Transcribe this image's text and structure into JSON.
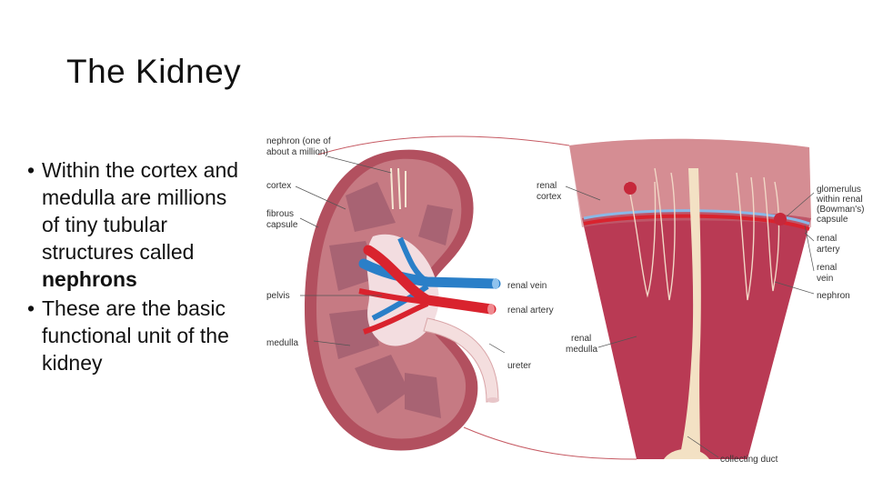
{
  "slide": {
    "title": "The Kidney",
    "bullets": [
      {
        "text": "Within the cortex and medulla are millions of tiny tubular structures called ",
        "bold": "nephrons"
      },
      {
        "text": "These are the basic functional unit of the kidney",
        "bold": ""
      }
    ]
  },
  "diagram": {
    "left_labels": {
      "nephron_1": "nephron (one of",
      "nephron_2": "about a million)",
      "cortex": "cortex",
      "fibrous_1": "fibrous",
      "fibrous_2": "capsule",
      "pelvis": "pelvis",
      "medulla": "medulla"
    },
    "center_labels": {
      "renal_cortex_1": "renal",
      "renal_cortex_2": "cortex",
      "renal_vein": "renal vein",
      "renal_artery": "renal artery",
      "renal_medulla_1": "renal",
      "renal_medulla_2": "medulla",
      "ureter": "ureter"
    },
    "right_labels": {
      "glomerulus_1": "glomerulus",
      "glomerulus_2": "within renal",
      "glomerulus_3": "(Bowman's)",
      "glomerulus_4": "capsule",
      "renal_artery_1": "renal",
      "renal_artery_2": "artery",
      "renal_vein_1": "renal",
      "renal_vein_2": "vein",
      "nephron": "nephron",
      "collecting_duct": "collecting duct"
    },
    "colors": {
      "outer_capsule": "#b2505f",
      "cortex": "#c67a83",
      "pyramid": "#a86373",
      "artery": "#d9232e",
      "vein": "#2a7fc8",
      "pelvis": "#f3dde0",
      "ureter": "#f4dede",
      "collecting_duct": "#f3e1c4"
    }
  }
}
